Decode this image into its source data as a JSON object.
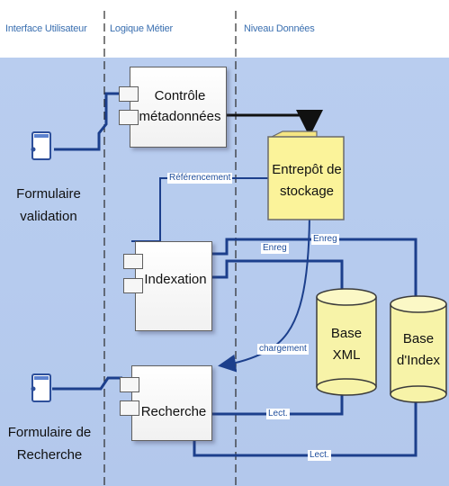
{
  "columns": {
    "ui": "Interface Utilisateur",
    "business": "Logique Métier",
    "data": "Niveau Données"
  },
  "forms": {
    "validation": {
      "line1": "Formulaire",
      "line2": "validation"
    },
    "search": {
      "line1": "Formulaire de",
      "line2": "Recherche"
    }
  },
  "components": {
    "metadata_control": {
      "line1": "Contrôle",
      "line2": "métadonnées"
    },
    "indexation": {
      "label": "Indexation"
    },
    "search": {
      "label": "Recherche"
    }
  },
  "storage": {
    "line1": "Entrepôt de",
    "line2": "stockage"
  },
  "databases": {
    "xml": {
      "line1": "Base",
      "line2": "XML"
    },
    "index": {
      "line1": "Base",
      "line2": "d'Index"
    }
  },
  "connectors": {
    "referencing": "Référencement",
    "record_1": "Enreg",
    "record_2": "Enreg",
    "loading": "chargement",
    "read_1": "Lect.",
    "read_2": "Lect."
  },
  "colors": {
    "background": "#b6cbee",
    "line": "#1c3f8c",
    "storage_fill": "#fbf39a",
    "db_fill": "#f7f3a8",
    "header_text": "#3a6fb0"
  }
}
